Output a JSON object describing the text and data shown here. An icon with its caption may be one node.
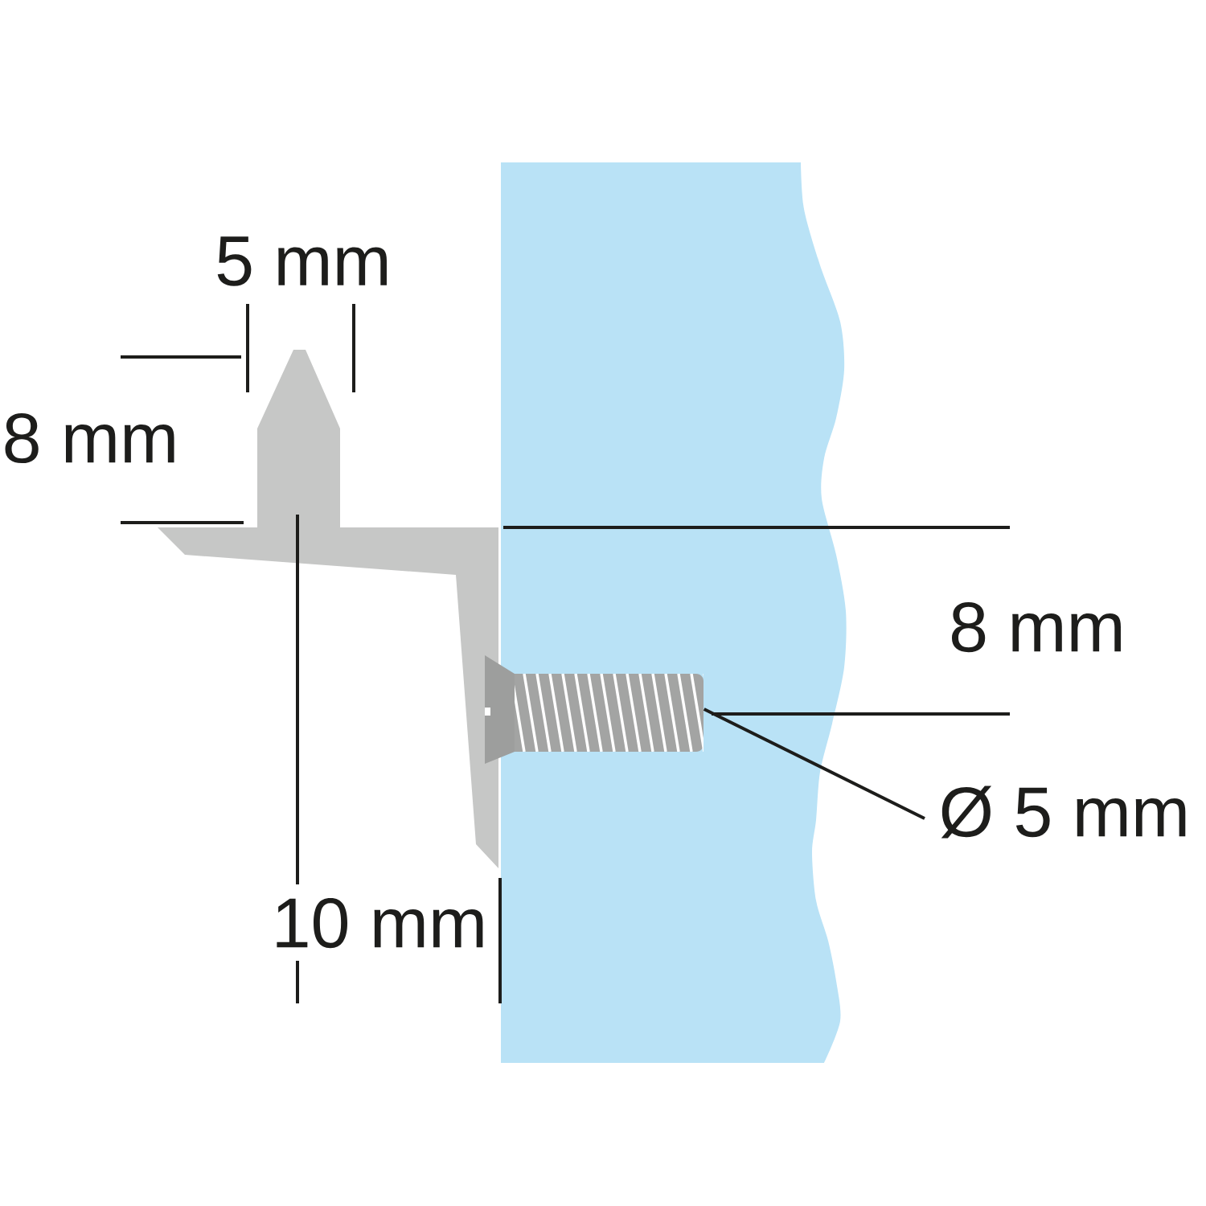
{
  "diagram": {
    "nodes": [
      {
        "text": [
          "Ø 5 mm"
        ]
      },
      {
        "text": [],
        "shape": "picture"
      }
    ],
    "edges": [
      {
        "from": 0,
        "to": 1,
        "arrow": "none"
      }
    ],
    "labels": [
      "5 mm",
      "8 mm",
      "8 mm",
      "10 mm"
    ]
  }
}
